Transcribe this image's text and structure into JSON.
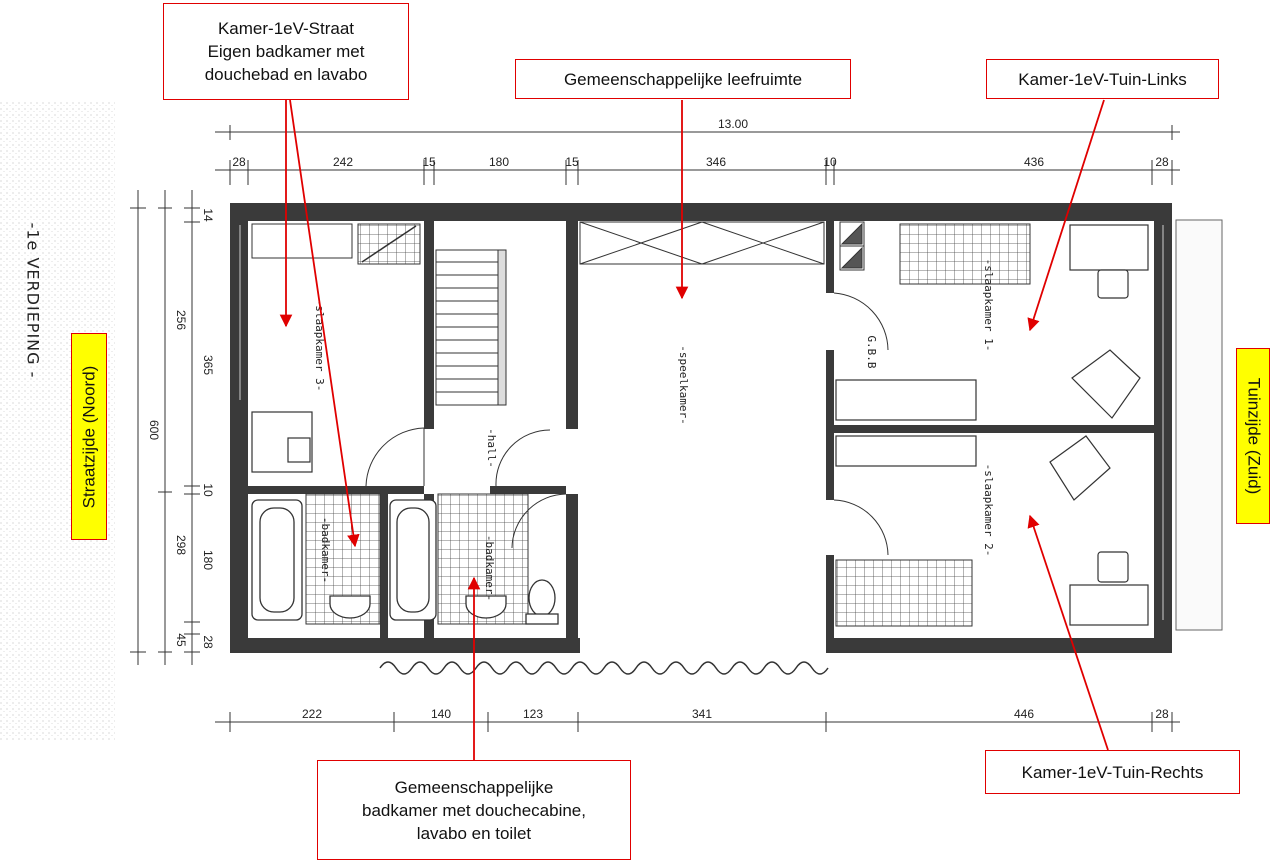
{
  "floor_title": "-1e VERDIEPING -",
  "side_labels": {
    "street": "Straatzijde (Noord)",
    "garden": "Tuinzijde (Zuid)"
  },
  "callouts": {
    "room_street": [
      "Kamer-1eV-Straat",
      "Eigen badkamer met",
      "douchebad en lavabo"
    ],
    "living": "Gemeenschappelijke leefruimte",
    "room_garden_left": "Kamer-1eV-Tuin-Links",
    "room_garden_right": "Kamer-1eV-Tuin-Rechts",
    "shared_bath": [
      "Gemeenschappelijke",
      "badkamer met douchecabine,",
      "lavabo en toilet"
    ]
  },
  "room_labels": {
    "slaapkamer3": "-slaapkamer 3-",
    "hall": "-hall-",
    "speelkamer": "-speelkamer-",
    "slaapkamer1": "-slaapkamer 1-",
    "slaapkamer2": "-slaapkamer 2-",
    "gbb": "G.B.B",
    "badkamer_left": "-badkamer-",
    "badkamer_mid": "-badkamer-"
  },
  "dimensions": {
    "total_width": "13.00",
    "top": [
      "28",
      "242",
      "15",
      "180",
      "15",
      "346",
      "10",
      "436",
      "28"
    ],
    "bottom": [
      "222",
      "140",
      "123",
      "341",
      "446",
      "28"
    ],
    "left_outer": "600",
    "left_mid": [
      "256",
      "298"
    ],
    "left_inner": [
      "14",
      "365",
      "10",
      "180",
      "45",
      "28"
    ]
  }
}
